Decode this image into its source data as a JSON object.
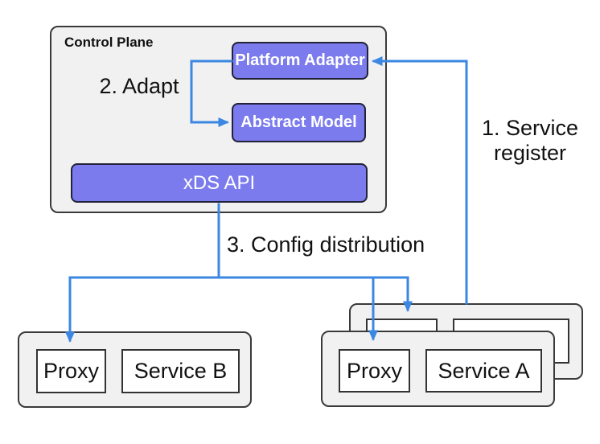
{
  "control_plane": {
    "label": "Control Plane",
    "platform_adapter": "Platform Adapter",
    "abstract_model": "Abstract Model",
    "xds_api": "xDS API"
  },
  "steps": {
    "service_register": "1. Service\nregister",
    "adapt": "2. Adapt",
    "config_distribution": "3. Config distribution"
  },
  "service_b_group": {
    "proxy_label": "Proxy",
    "service_label": "Service B"
  },
  "service_a_group": {
    "proxy_label": "Proxy",
    "service_label": "Service A"
  },
  "colors": {
    "arrow_blue": "#3b87e2",
    "node_fill": "#7b7bee",
    "node_border": "#222238",
    "group_fill": "#f1f1f1",
    "group_border": "#3a3a3a",
    "box_fill": "#ffffff",
    "box_border": "#333333"
  }
}
